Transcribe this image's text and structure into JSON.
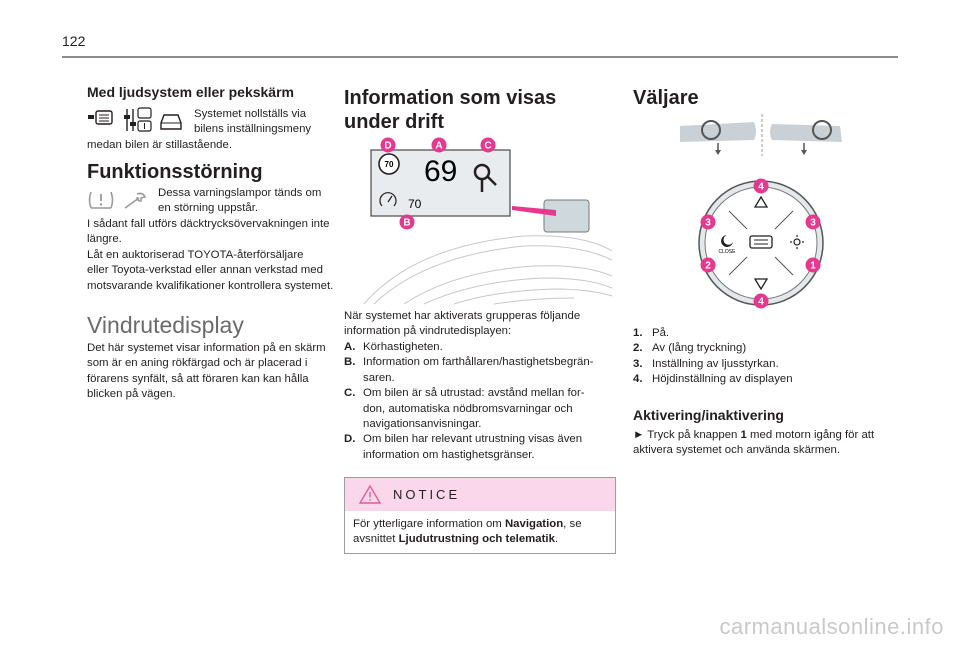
{
  "page": {
    "number": "122"
  },
  "col1": {
    "audio_heading": "Med ljudsystem eller pekskärm",
    "audio_text_1": "Systemet nollställs via",
    "audio_text_2": "bilens inställningsmeny",
    "audio_text_3": "medan bilen är stillastående.",
    "malfunction_heading": "Funktionsstörning",
    "malfunction_text_1": "Dessa varningslampor tänds om",
    "malfunction_text_2": "en störning uppstår.",
    "malfunction_lines": [
      "I sådant fall utförs däcktrycksövervakningen inte",
      "längre.",
      "Låt en auktoriserad TOYOTA-återförsäljare",
      "eller Toyota-verkstad eller annan verkstad med",
      "motsvarande kvalifikationer kontrollera systemet."
    ],
    "hud_heading": "Vindrutedisplay",
    "hud_lines": [
      "Det här systemet visar information på en skärm",
      "som är en aning rökfärgad och är placerad i",
      "förarens synfält, så att föraren kan kan hålla",
      "blicken på vägen."
    ]
  },
  "col2": {
    "heading_line1": "Information som visas",
    "heading_line2": "under drift",
    "figure": {
      "speed": "69",
      "limit": "70",
      "cruise": "70",
      "markers": {
        "a": "A",
        "b": "B",
        "c": "C",
        "d": "D"
      }
    },
    "intro_lines": [
      "När systemet har aktiverats grupperas följande",
      "information på vindrutedisplayen:"
    ],
    "items": [
      {
        "key": "A.",
        "lines": [
          "Körhastigheten."
        ]
      },
      {
        "key": "B.",
        "lines": [
          "Information om farthållaren/hastighetsbegrän-",
          "saren."
        ]
      },
      {
        "key": "C.",
        "lines": [
          "Om bilen är så utrustad: avstånd mellan for-",
          "don, automatiska nödbromsvarningar och",
          "navigationsanvisningar."
        ]
      },
      {
        "key": "D.",
        "lines": [
          "Om bilen har relevant utrustning visas även",
          "information om hastighetsgränser."
        ]
      }
    ],
    "notice": {
      "title": "NOTICE",
      "line1_pre": "För ytterligare information om ",
      "line1_bold": "Navigation",
      "line1_post": ", se",
      "line2_pre": "avsnittet ",
      "line2_bold": "Ljudutrustning och telematik",
      "line2_post": "."
    }
  },
  "col3": {
    "heading": "Väljare",
    "dial": {
      "close_label": "CLOSE",
      "markers": [
        "1",
        "2",
        "3",
        "3",
        "4",
        "4"
      ]
    },
    "items": [
      {
        "key": "1.",
        "text": "På."
      },
      {
        "key": "2.",
        "text": "Av (lång tryckning)"
      },
      {
        "key": "3.",
        "text": "Inställning av ljusstyrkan."
      },
      {
        "key": "4.",
        "text": "Höjdinställning av displayen"
      }
    ],
    "subheading": "Aktivering/inaktivering",
    "activation_arrow": "►",
    "activation_pre": " Tryck på knappen ",
    "activation_bold": "1",
    "activation_post": " med motorn igång för att",
    "activation_line2": "aktivera systemet och använda skärmen."
  },
  "footer": {
    "watermark": "carmanualsonline.info"
  },
  "colors": {
    "marker_pink": "#e7388f",
    "notice_bg": "#fbd7ec",
    "rule": "#8c8c8c"
  }
}
